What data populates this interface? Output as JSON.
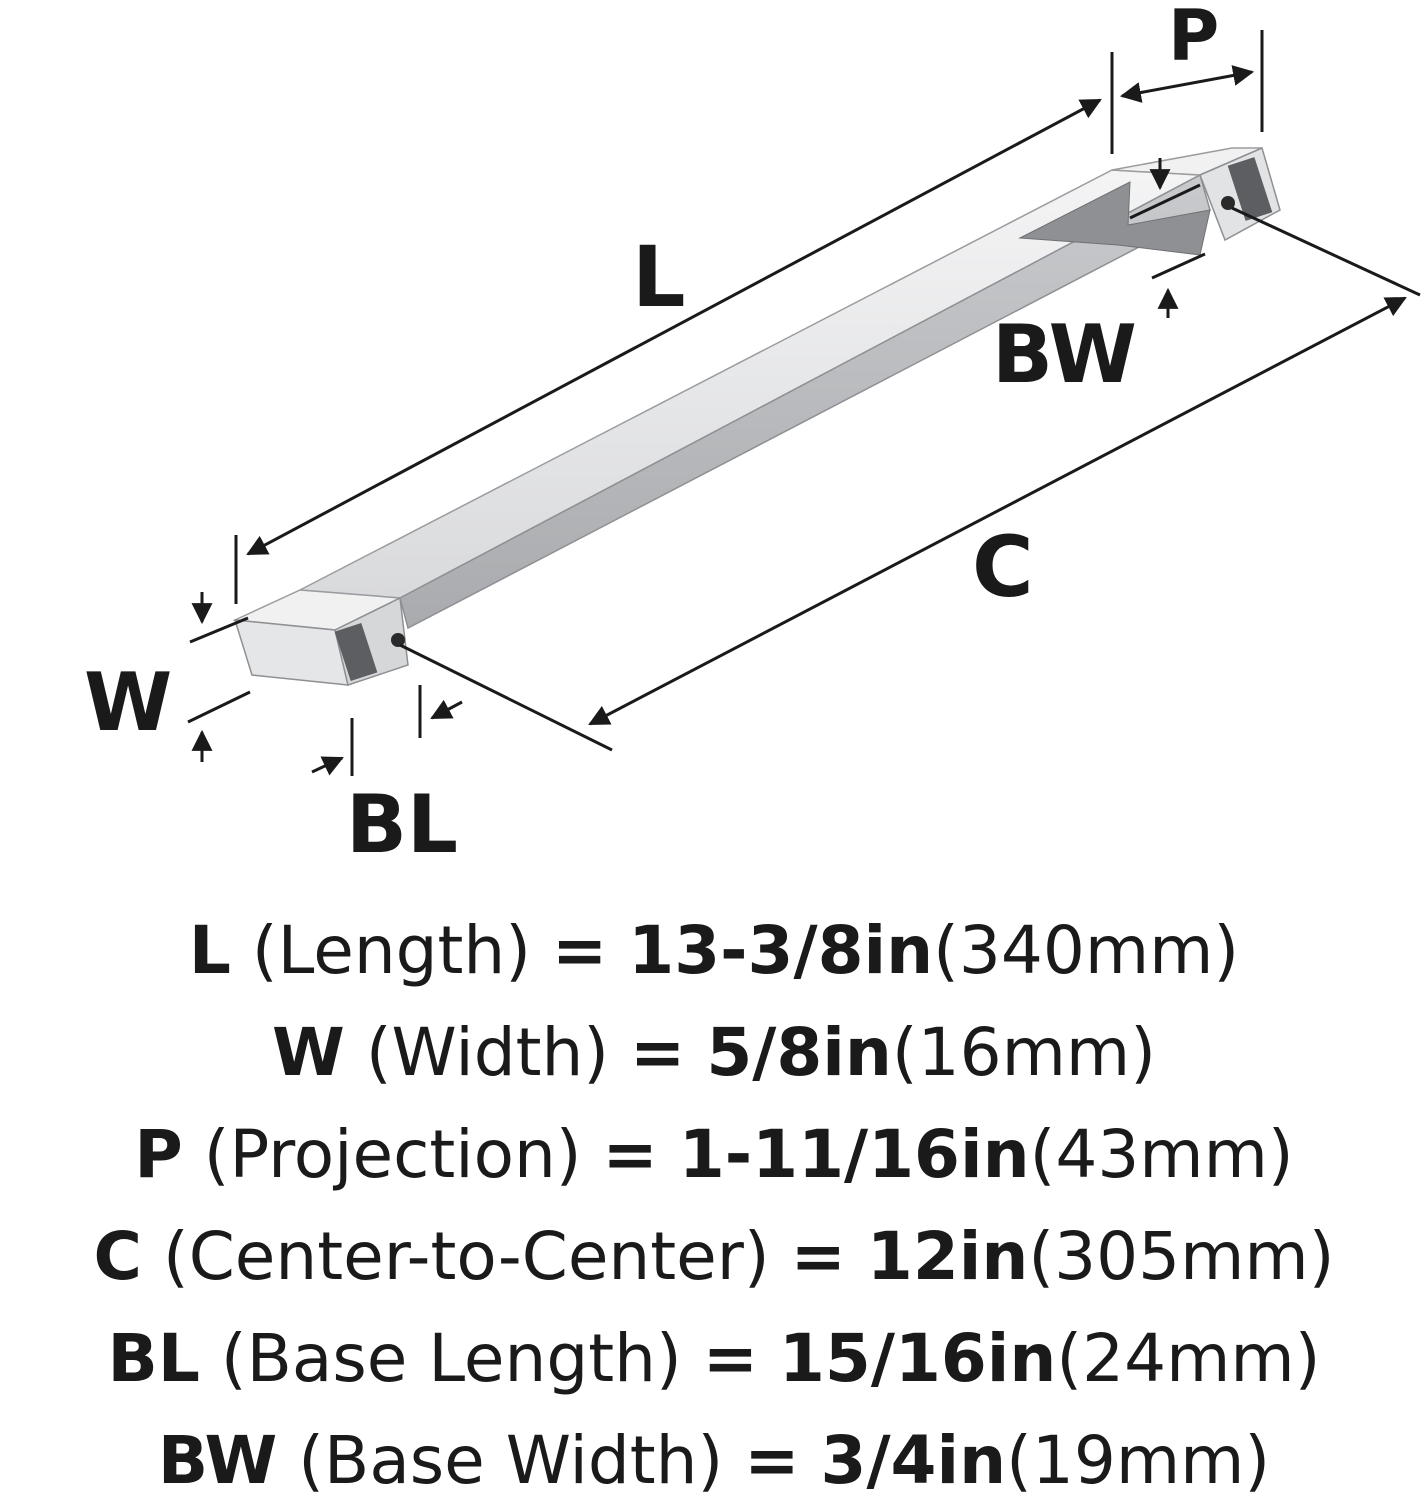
{
  "labels": {
    "L": "L",
    "P": "P",
    "BW": "BW",
    "C": "C",
    "W": "W",
    "BL": "BL"
  },
  "specs": [
    {
      "sym": "L",
      "desc": "(Length)",
      "eq": "=",
      "imperial": "13-3/8in",
      "metric": "(340mm)"
    },
    {
      "sym": "W",
      "desc": "(Width)",
      "eq": "=",
      "imperial": "5/8in",
      "metric": "(16mm)"
    },
    {
      "sym": "P",
      "desc": "(Projection)",
      "eq": "=",
      "imperial": "1-11/16in",
      "metric": "(43mm)"
    },
    {
      "sym": "C",
      "desc": "(Center-to-Center)",
      "eq": "=",
      "imperial": "12in",
      "metric": "(305mm)"
    },
    {
      "sym": "BL",
      "desc": "(Base Length)",
      "eq": "=",
      "imperial": "15/16in",
      "metric": "(24mm)"
    },
    {
      "sym": "BW",
      "desc": "(Base Width)",
      "eq": "=",
      "imperial": "3/4in",
      "metric": "(19mm)"
    }
  ],
  "colors": {
    "ink": "#1a1a1a",
    "metal_light": "#e9e9ea",
    "metal_mid": "#cfd0d2",
    "metal_dark": "#8e9093"
  }
}
